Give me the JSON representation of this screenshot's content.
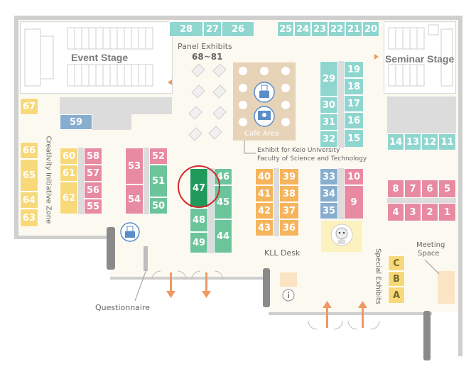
{
  "areas": {
    "event_stage": "Event Stage",
    "seminar_stage": "Seminar Stage",
    "panel_exhibits": "Panel Exhibits",
    "panel_range": "68~81",
    "cafe_area": "Cafe Area",
    "keio_label_1": "Exhibit for Keio University",
    "keio_label_2": "Faculty of Science and Technology",
    "creativity_zone": "Creativity Initiative Zone",
    "kll_desk": "KLL Desk",
    "special_exhibits": "Special Exhibits",
    "meeting_space_1": "Meeting",
    "meeting_space_2": "Space",
    "questionnaire": "Questionnaire"
  },
  "booths": {
    "b1": "1",
    "b2": "2",
    "b3": "3",
    "b4": "4",
    "b5": "5",
    "b6": "6",
    "b7": "7",
    "b8": "8",
    "b9": "9",
    "b10": "10",
    "b11": "11",
    "b12": "12",
    "b13": "13",
    "b14": "14",
    "b15": "15",
    "b16": "16",
    "b17": "17",
    "b18": "18",
    "b19": "19",
    "b20": "20",
    "b21": "21",
    "b22": "22",
    "b23": "23",
    "b24": "24",
    "b25": "25",
    "b26": "26",
    "b27": "27",
    "b28": "28",
    "b29": "29",
    "b30": "30",
    "b31": "31",
    "b32": "32",
    "b33": "33",
    "b34": "34",
    "b35": "35",
    "b36": "36",
    "b37": "37",
    "b38": "38",
    "b39": "39",
    "b40": "40",
    "b41": "41",
    "b42": "42",
    "b43": "43",
    "b44": "44",
    "b45": "45",
    "b46": "46",
    "b47": "47",
    "b48": "48",
    "b49": "49",
    "b50": "50",
    "b51": "51",
    "b52": "52",
    "b53": "53",
    "b54": "54",
    "b55": "55",
    "b56": "56",
    "b57": "57",
    "b58": "58",
    "b59": "59",
    "b60": "60",
    "b61": "61",
    "b62": "62",
    "b63": "63",
    "b64": "64",
    "b65": "65",
    "b66": "66",
    "b67": "67",
    "bA": "A",
    "bB": "B",
    "bC": "C"
  },
  "highlight": {
    "booth": "47",
    "ring_color": "#d42a2a"
  },
  "colors": {
    "teal": "#8fd6cf",
    "green": "#6cc49b",
    "green_selected": "#1f9a5b",
    "pink": "#e88aa2",
    "orange": "#f6b45c",
    "yellow": "#f7d97a",
    "blue": "#87aecf",
    "arrow": "#ee9966",
    "cafe": "#e7d3b8"
  },
  "icons": [
    "ballot-box-icon",
    "monitor-person-icon",
    "robot-icon",
    "info-icon",
    "arrow-icon"
  ]
}
